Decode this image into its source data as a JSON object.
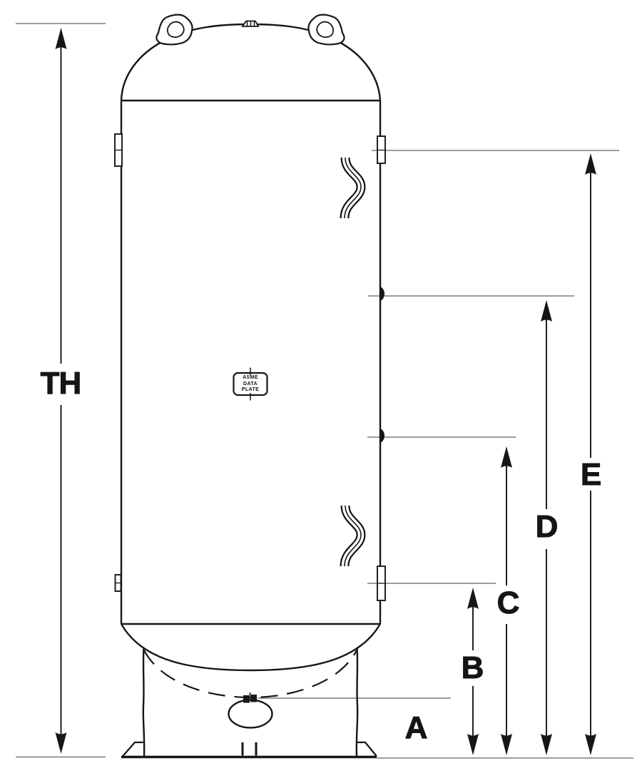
{
  "drawing": {
    "type_label": "vertical tank dimension diagram",
    "labels": {
      "total_height": "TH",
      "a": "A",
      "b": "B",
      "c": "C",
      "d": "D",
      "e": "E"
    },
    "nameplate": {
      "line1": "ASME",
      "line2": "DATA",
      "line3": "PLATE"
    },
    "colors": {
      "line": "#161616",
      "reference_line": "#7d7d7d",
      "background": "#ffffff",
      "label_text": "#151515"
    }
  }
}
